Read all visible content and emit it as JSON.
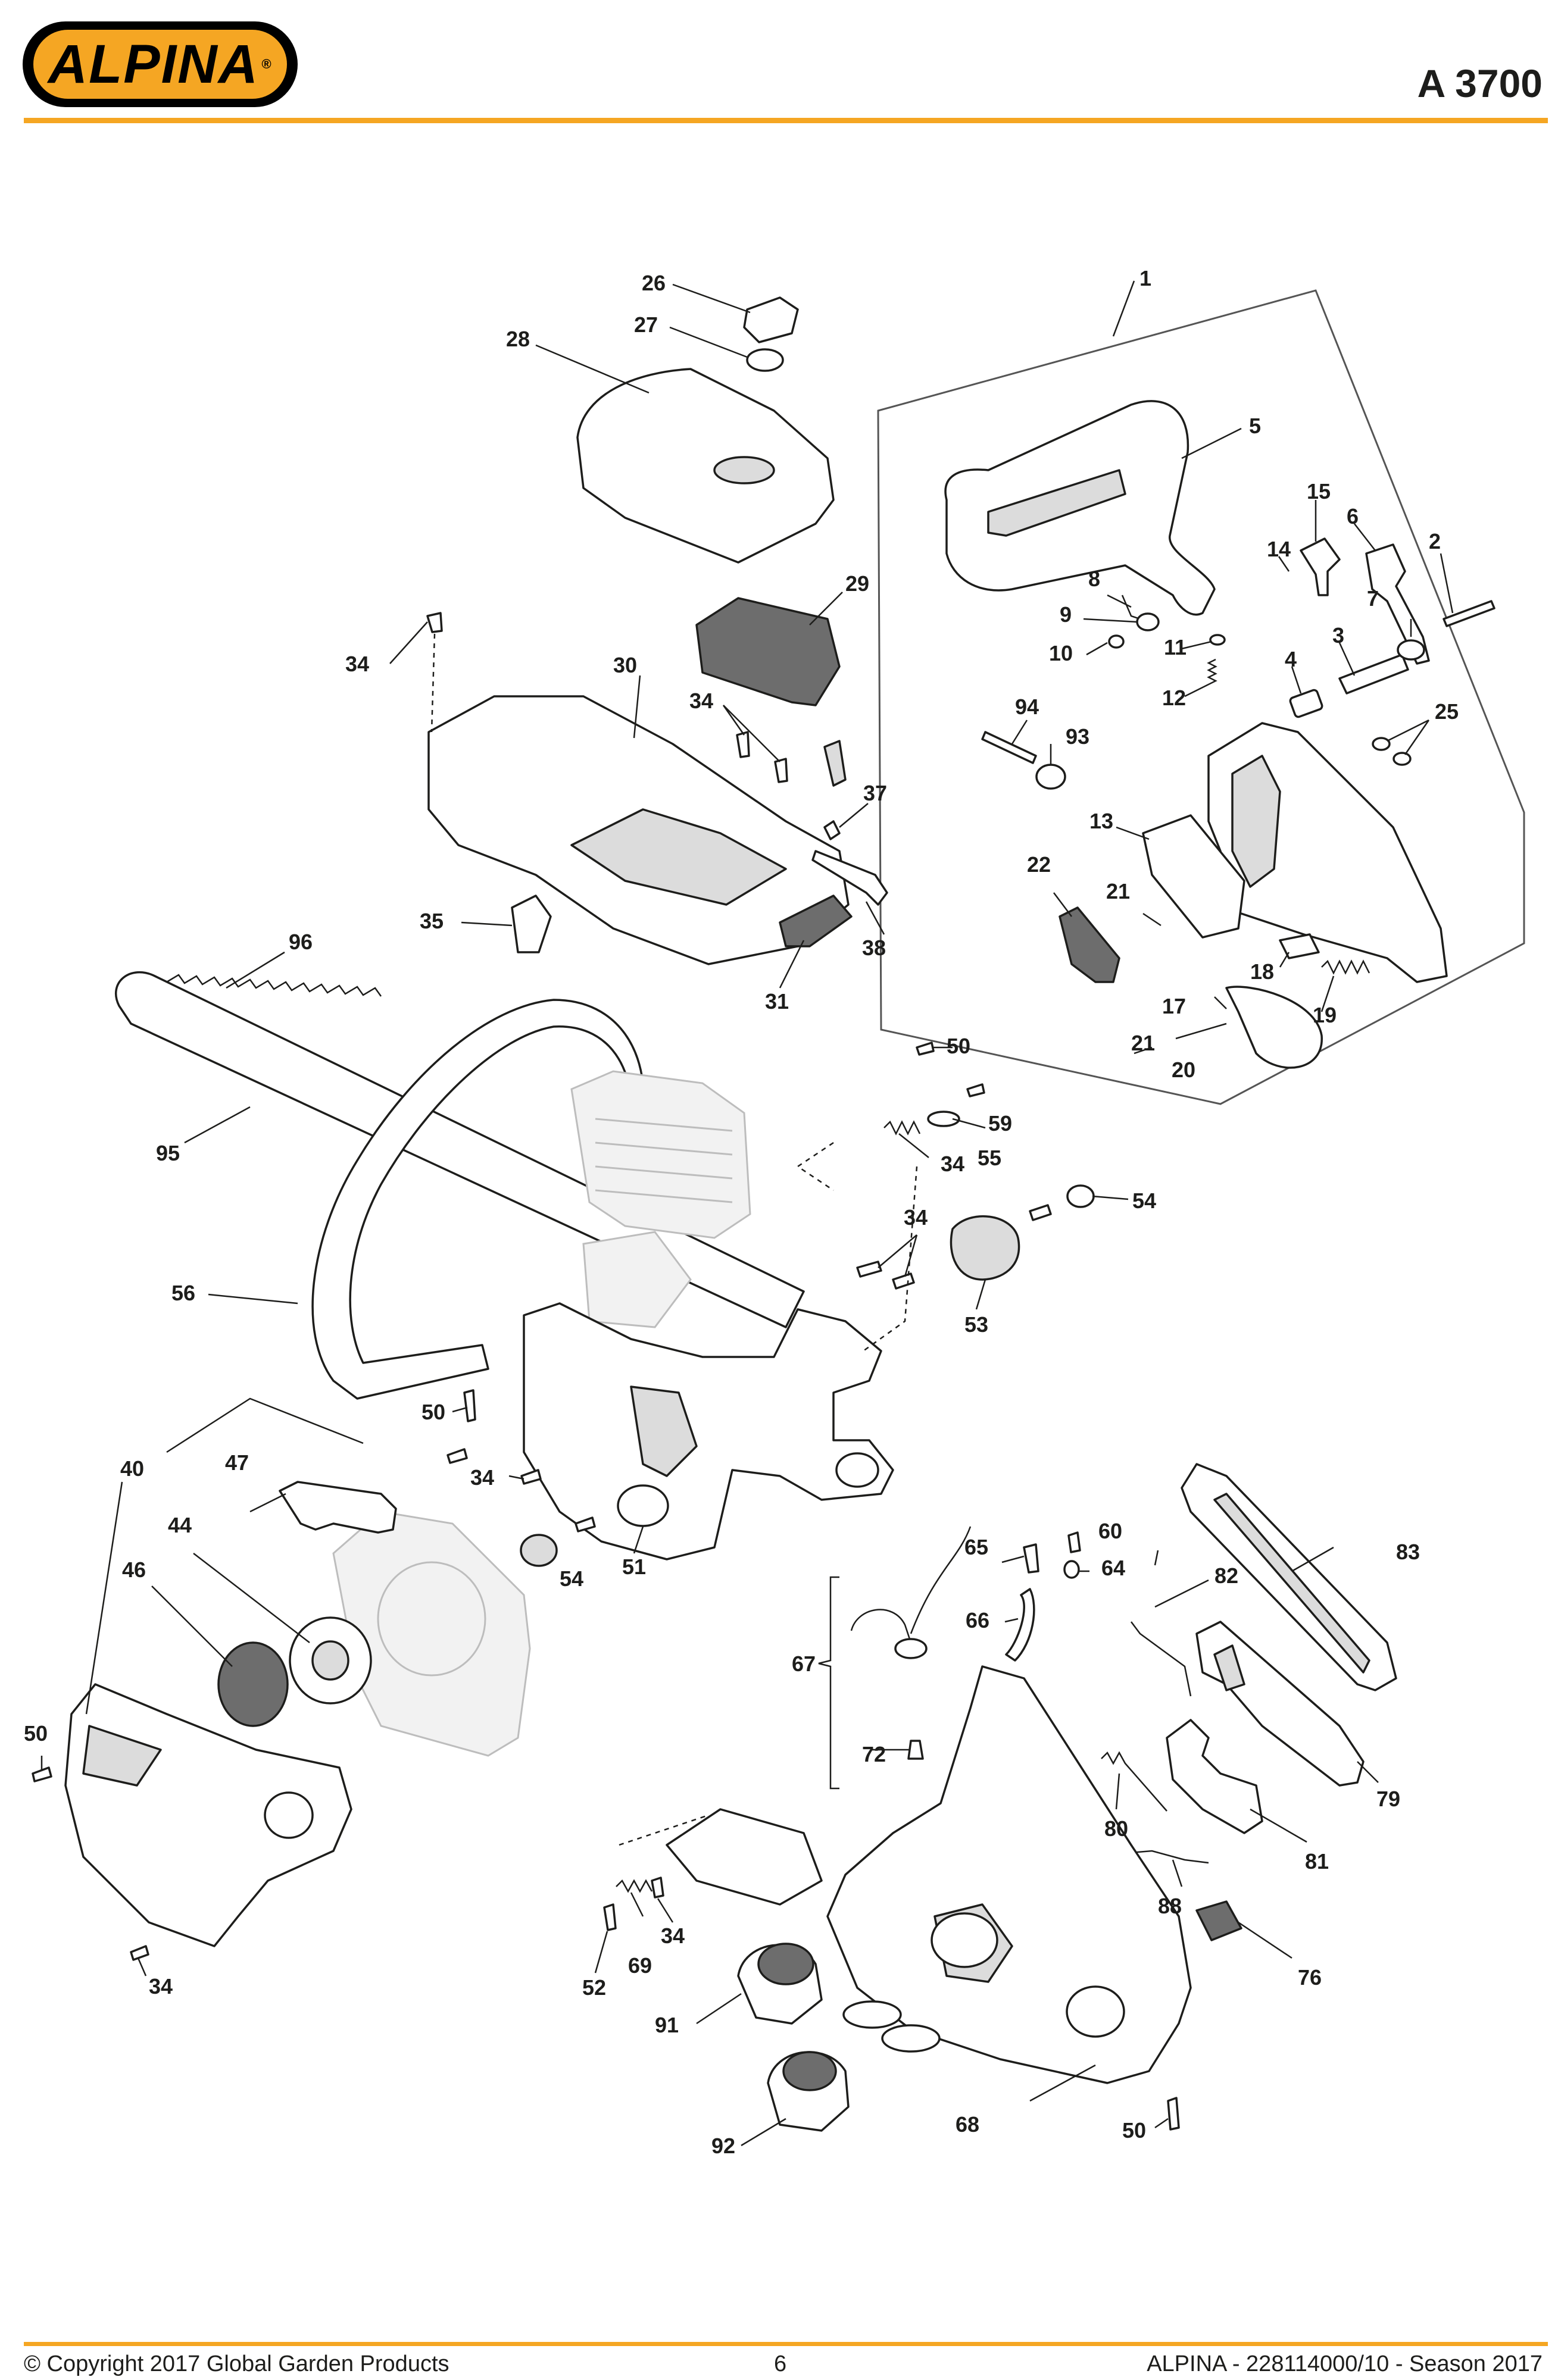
{
  "header": {
    "brand": "ALPINA",
    "brand_mark": "®",
    "model": "A 3700"
  },
  "footer": {
    "copyright": "© Copyright 2017 Global Garden Products",
    "page_number": "6",
    "catalogue_code": "ALPINA - 228114000/10 - Season 2017"
  },
  "colors": {
    "brand_accent": "#f5a623",
    "ink": "#1d1d1b"
  },
  "callouts": [
    "1",
    "2",
    "3",
    "4",
    "5",
    "6",
    "7",
    "8",
    "9",
    "10",
    "11",
    "12",
    "13",
    "14",
    "15",
    "17",
    "18",
    "19",
    "20",
    "21",
    "21",
    "22",
    "25",
    "26",
    "27",
    "28",
    "29",
    "30",
    "31",
    "34",
    "34",
    "34",
    "34",
    "34",
    "34",
    "34",
    "34",
    "35",
    "37",
    "38",
    "40",
    "44",
    "46",
    "47",
    "50",
    "50",
    "50",
    "50",
    "51",
    "52",
    "53",
    "54",
    "54",
    "55",
    "56",
    "59",
    "60",
    "64",
    "65",
    "66",
    "67",
    "68",
    "69",
    "72",
    "76",
    "79",
    "80",
    "81",
    "82",
    "83",
    "88",
    "91",
    "92",
    "93",
    "94",
    "95",
    "96"
  ]
}
